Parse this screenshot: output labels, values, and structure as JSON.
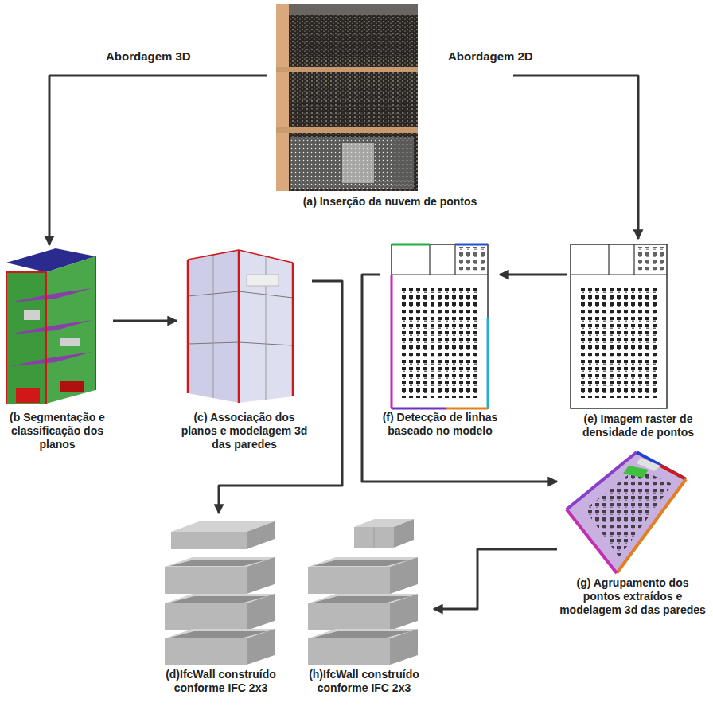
{
  "diagram": {
    "nodes": [
      {
        "text": [
          "(a) Inserção da nuvem de pontos"
        ]
      },
      {
        "text": [
          "(b Segmentação e classificação dos planos"
        ]
      },
      {
        "text": [
          "(c) Associação dos planos e modelagem 3d das paredes"
        ]
      },
      {
        "text": [
          "(f) Detecção de linhas baseado no modelo"
        ]
      },
      {
        "text": [
          "(e) Imagem raster de densidade de pontos"
        ]
      },
      {
        "text": [
          "(g) Agrupamento dos pontos extraídos e modelagem 3d das paredes"
        ]
      },
      {
        "text": [
          "(d)IfcWall construído conforme IFC 2x3"
        ]
      },
      {
        "text": [
          "(h)IfcWall construído conforme IFC 2x3"
        ]
      }
    ],
    "edges": [
      {
        "from": 0,
        "to": 1,
        "arrow": "to",
        "label": "Abordagem 3D"
      },
      {
        "from": 0,
        "to": 4,
        "arrow": "to",
        "label": "Abordagem 2D"
      },
      {
        "from": 1,
        "to": 2,
        "arrow": "to"
      },
      {
        "from": 2,
        "to": 6,
        "arrow": "to"
      },
      {
        "from": 4,
        "to": 3,
        "arrow": "to"
      },
      {
        "from": 3,
        "to": 5,
        "arrow": "to"
      },
      {
        "from": 5,
        "to": 7,
        "arrow": "to"
      }
    ]
  }
}
